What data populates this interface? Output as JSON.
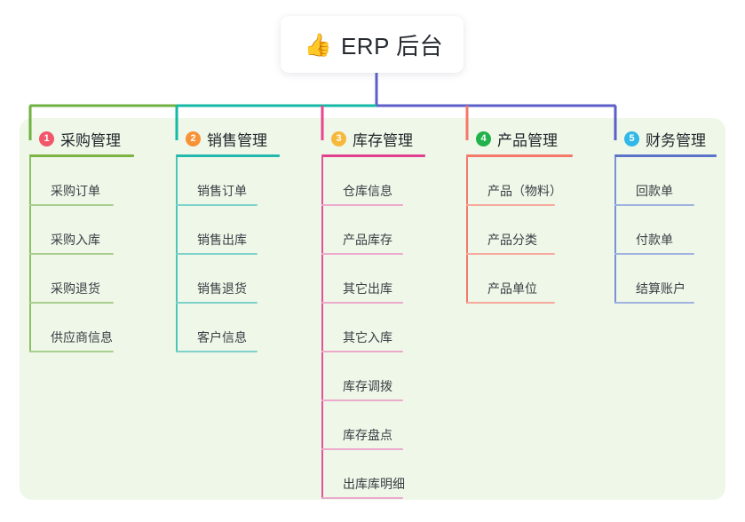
{
  "root": {
    "icon": "thumbs-up-icon",
    "emoji": "👍",
    "title": "ERP 后台"
  },
  "palette": {
    "canvas_background": "#ffffff",
    "panel_background": "#eef7e8",
    "root_card_background": "#ffffff",
    "text_primary": "#23272c",
    "text_leaf": "#3a3f45",
    "stem_blue": "#5b5fc7",
    "bus_green": "#6fb241",
    "bus_teal": "#14b8a6",
    "bus_blue": "#5b5fc7"
  },
  "columns": [
    {
      "index": "1",
      "title": "采购管理",
      "badge_color": "#f2566b",
      "line_color": "#7cb342",
      "leaf_line_color": "#a8cf8e",
      "rail_color": "#8cc063",
      "connector_color": "#6fb241",
      "items": [
        "采购订单",
        "采购入库",
        "采购退货",
        "供应商信息"
      ]
    },
    {
      "index": "2",
      "title": "销售管理",
      "badge_color": "#f79236",
      "line_color": "#23b8ae",
      "leaf_line_color": "#7fd2cc",
      "rail_color": "#4cc4bc",
      "connector_color": "#14b8a6",
      "items": [
        "销售订单",
        "销售出库",
        "销售退货",
        "客户信息"
      ]
    },
    {
      "index": "3",
      "title": "库存管理",
      "badge_color": "#f6b93b",
      "line_color": "#e0408f",
      "leaf_line_color": "#edaacd",
      "rail_color": "#e0559b",
      "connector_color": "#e8458f",
      "items": [
        "仓库信息",
        "产品库存",
        "其它出库",
        "其它入库",
        "库存调拨",
        "库存盘点",
        "出库库明细"
      ]
    },
    {
      "index": "4",
      "title": "产品管理",
      "badge_color": "#22b14c",
      "line_color": "#f4796b",
      "leaf_line_color": "#f7a99e",
      "rail_color": "#f4796b",
      "connector_color": "#f4796b",
      "items": [
        "产品（物料）",
        "产品分类",
        "产品单位"
      ]
    },
    {
      "index": "5",
      "title": "财务管理",
      "badge_color": "#30b8e8",
      "line_color": "#5b73c9",
      "leaf_line_color": "#9fb3e0",
      "rail_color": "#7b91d6",
      "connector_color": "#5b5fc7",
      "items": [
        "回款单",
        "付款单",
        "结算账户"
      ]
    }
  ]
}
